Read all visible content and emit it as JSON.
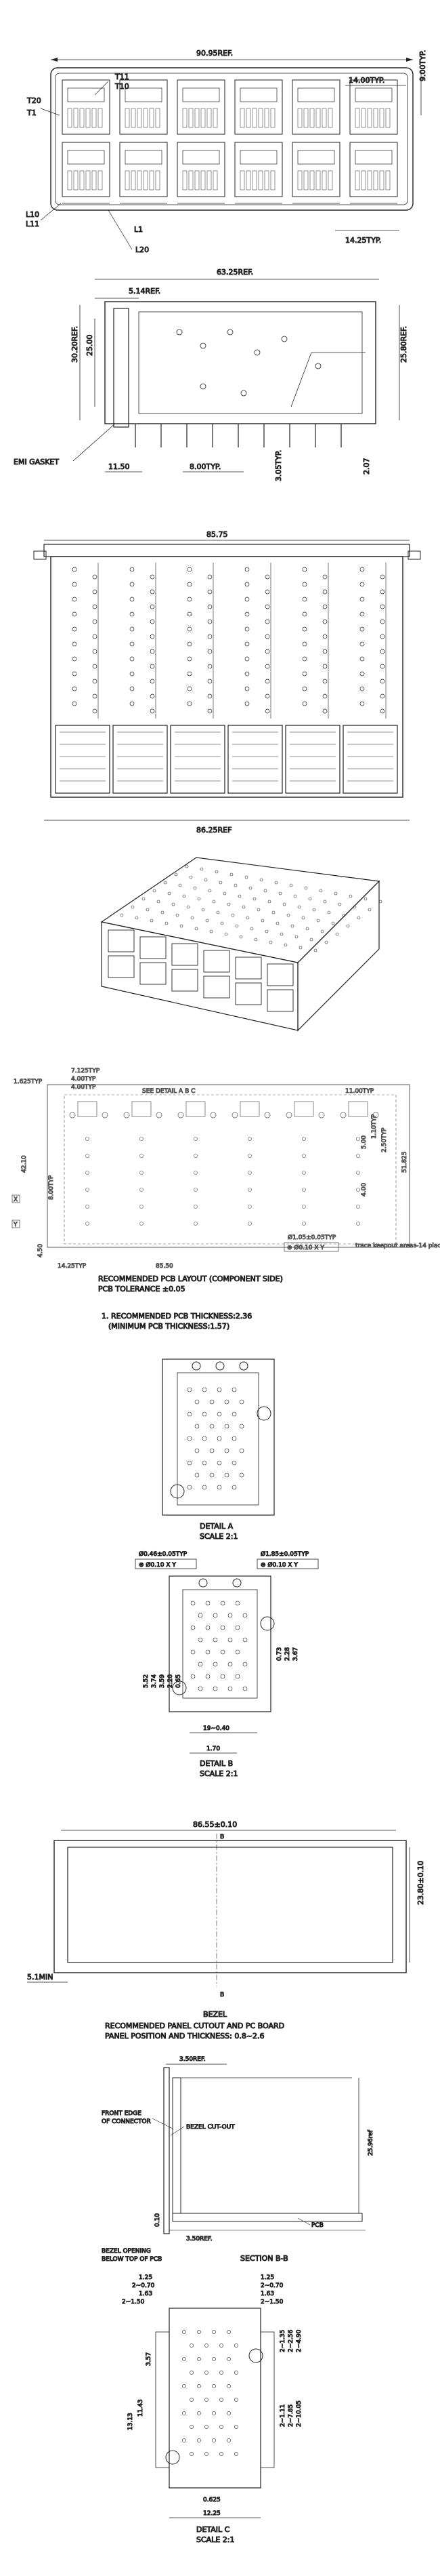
{
  "front_view": {
    "dim_width": "90.95REF.",
    "dim_pitch_top": "14.00TYP.",
    "dim_height": "9.00TYP.",
    "dim_pitch_bottom": "14.25TYP.",
    "callouts": [
      "T20",
      "T1",
      "T11",
      "T10",
      "L1",
      "L10",
      "L11",
      "L20"
    ]
  },
  "side_view": {
    "dim_length": "63.25REF.",
    "dim_front": "5.14REF.",
    "dim_h_left": "30.20REF.",
    "dim_inner": "25.00",
    "dim_h_right": "25.80REF.",
    "dim_bottom": "11.50",
    "dim_pitch": "8.00TYP.",
    "dim_pin": "3.05TYP.",
    "dim_tail": "2.07",
    "gasket": "EMI GASKET"
  },
  "top_view": {
    "dim_top": "85.75",
    "dim_bottom": "86.25REF"
  },
  "pcb_layout": {
    "dims": [
      "1.625TYP",
      "7.125TYP",
      "4.00TYP",
      "4.00TYP",
      "11.00TYP",
      "42.10",
      "8.00TYP",
      "4.50",
      "14.25TYP",
      "85.50",
      "51.825",
      "2.50TYP",
      "1.10TYP",
      "5.00",
      "4.00"
    ],
    "see_detail": "SEE DETAIL A B C",
    "hole_spec": "Ø1.05±0.05TYP",
    "tol_frame": "⊕ Ø0.10 X Y",
    "keepout": "trace keepout areas-14 places",
    "datum_x": "X",
    "datum_y": "Y",
    "caption_1": "RECOMMENDED PCB LAYOUT (COMPONENT SIDE)",
    "caption_2": "PCB TOLERANCE ±0.05",
    "note_1": "1. RECOMMENDED PCB THICKNESS:2.36",
    "note_2": "(MINIMUM PCB THICKNESS:1.57)"
  },
  "detail_a": {
    "title": "DETAIL A",
    "scale": "SCALE 2:1"
  },
  "detail_b": {
    "hole_left": "Ø0.46±0.05TYP",
    "tol_left": "⊕ Ø0.10 X Y",
    "hole_right": "Ø1.85±0.05TYP",
    "tol_right": "⊕ Ø0.10 X Y",
    "dims_left": [
      "5.52",
      "3.74",
      "3.59",
      "2.20",
      "0.65"
    ],
    "dims_right": [
      "0.73",
      "2.28",
      "3.67"
    ],
    "dim_pitch": "19~0.40",
    "dim_width": "1.70",
    "title": "DETAIL B",
    "scale": "SCALE 2:1"
  },
  "panel": {
    "dim_width": "86.55±0.10",
    "dim_height": "23.80±0.10",
    "dim_min": "5.1MIN",
    "section_mark_top": "B",
    "section_mark_bottom": "B",
    "bezel": "BEZEL",
    "caption_1": "RECOMMENDED PANEL CUTOUT AND PC BOARD",
    "caption_2": "PANEL POSITION AND THICKNESS: 0.8~2.6"
  },
  "section_bb": {
    "dim_top": "3.50REF.",
    "front_edge_1": "FRONT EDGE",
    "front_edge_2": "OF CONNECTOR",
    "cutout": "BEZEL CUT-OUT",
    "dim_height": "25.96ref",
    "dim_small": "0.10",
    "dim_bottom": "3.50REF.",
    "pcb": "PCB",
    "opening_1": "BEZEL OPENING",
    "opening_2": "BELOW TOP OF PCB",
    "title": "SECTION B-B"
  },
  "detail_c": {
    "dims_top_left": [
      "1.25",
      "2~0.70",
      "1.63",
      "2~1.50"
    ],
    "dims_top_right": [
      "1.25",
      "2~0.70",
      "1.63",
      "2~1.50"
    ],
    "dims_left": [
      "13.13",
      "11.43",
      "3.57"
    ],
    "dims_right": [
      "2~1.35",
      "2~2.56",
      "2~4.90",
      "2~1.11",
      "2~7.85",
      "2~10.05"
    ],
    "dim_bottom_inner": "0.625",
    "dim_bottom": "12.25",
    "title": "DETAIL C",
    "scale": "SCALE 2:1"
  }
}
